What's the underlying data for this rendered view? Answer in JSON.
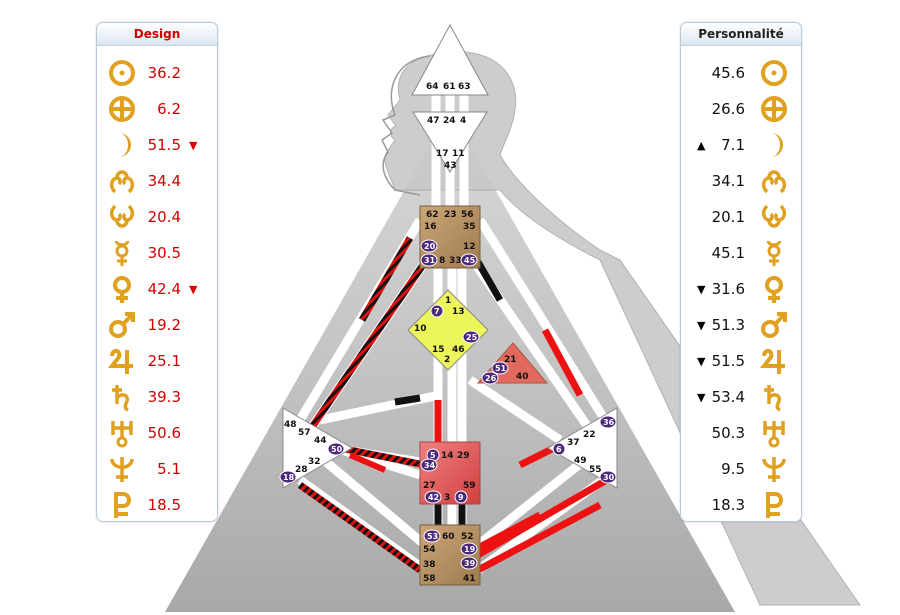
{
  "design": {
    "title": "Design",
    "rows": [
      {
        "icon": "sun-icon",
        "value": "36.2",
        "marker": ""
      },
      {
        "icon": "earth-icon",
        "value": "6.2",
        "marker": ""
      },
      {
        "icon": "moon-icon",
        "value": "51.5",
        "marker": "▼"
      },
      {
        "icon": "north-node-icon",
        "value": "34.4",
        "marker": ""
      },
      {
        "icon": "south-node-icon",
        "value": "20.4",
        "marker": ""
      },
      {
        "icon": "mercury-icon",
        "value": "30.5",
        "marker": ""
      },
      {
        "icon": "venus-icon",
        "value": "42.4",
        "marker": "▼"
      },
      {
        "icon": "mars-icon",
        "value": "19.2",
        "marker": ""
      },
      {
        "icon": "jupiter-icon",
        "value": "25.1",
        "marker": ""
      },
      {
        "icon": "saturn-icon",
        "value": "39.3",
        "marker": ""
      },
      {
        "icon": "uranus-icon",
        "value": "50.6",
        "marker": ""
      },
      {
        "icon": "neptune-icon",
        "value": "5.1",
        "marker": ""
      },
      {
        "icon": "pluto-icon",
        "value": "18.5",
        "marker": ""
      }
    ]
  },
  "personality": {
    "title": "Personnalité",
    "rows": [
      {
        "icon": "sun-icon",
        "value": "45.6",
        "marker": ""
      },
      {
        "icon": "earth-icon",
        "value": "26.6",
        "marker": ""
      },
      {
        "icon": "moon-icon",
        "value": "7.1",
        "marker": "▲"
      },
      {
        "icon": "north-node-icon",
        "value": "34.1",
        "marker": ""
      },
      {
        "icon": "south-node-icon",
        "value": "20.1",
        "marker": ""
      },
      {
        "icon": "mercury-icon",
        "value": "45.1",
        "marker": ""
      },
      {
        "icon": "venus-icon",
        "value": "31.6",
        "marker": "▼"
      },
      {
        "icon": "mars-icon",
        "value": "51.3",
        "marker": "▼"
      },
      {
        "icon": "jupiter-icon",
        "value": "51.5",
        "marker": "▼"
      },
      {
        "icon": "saturn-icon",
        "value": "53.4",
        "marker": "▼"
      },
      {
        "icon": "uranus-icon",
        "value": "50.3",
        "marker": ""
      },
      {
        "icon": "neptune-icon",
        "value": "9.5",
        "marker": ""
      },
      {
        "icon": "pluto-icon",
        "value": "18.3",
        "marker": ""
      }
    ]
  },
  "colors": {
    "design_red": "#d40000",
    "gold": "#e0a020",
    "activated_gate": "#4b2a7a",
    "channel_red": "#ee1111",
    "center_gold": "#b8956a",
    "center_yellow": "#ecf55a",
    "center_red": "#e86060"
  },
  "gates": {
    "head": [
      "64",
      "61",
      "63"
    ],
    "ajna": [
      "47",
      "24",
      "4",
      "17",
      "11",
      "43"
    ],
    "throat": [
      "62",
      "23",
      "56",
      "16",
      "35",
      "12",
      "20",
      "31",
      "8",
      "33",
      "45"
    ],
    "g": [
      "1",
      "7",
      "13",
      "10",
      "25",
      "15",
      "46",
      "2"
    ],
    "ego": [
      "21",
      "51",
      "26",
      "40"
    ],
    "spleen": [
      "48",
      "57",
      "44",
      "50",
      "32",
      "28",
      "18"
    ],
    "solar": [
      "36",
      "22",
      "37",
      "6",
      "49",
      "55",
      "30"
    ],
    "sacral": [
      "5",
      "14",
      "29",
      "34",
      "27",
      "59",
      "42",
      "3",
      "9"
    ],
    "root": [
      "53",
      "60",
      "52",
      "54",
      "19",
      "38",
      "39",
      "58",
      "41"
    ]
  }
}
